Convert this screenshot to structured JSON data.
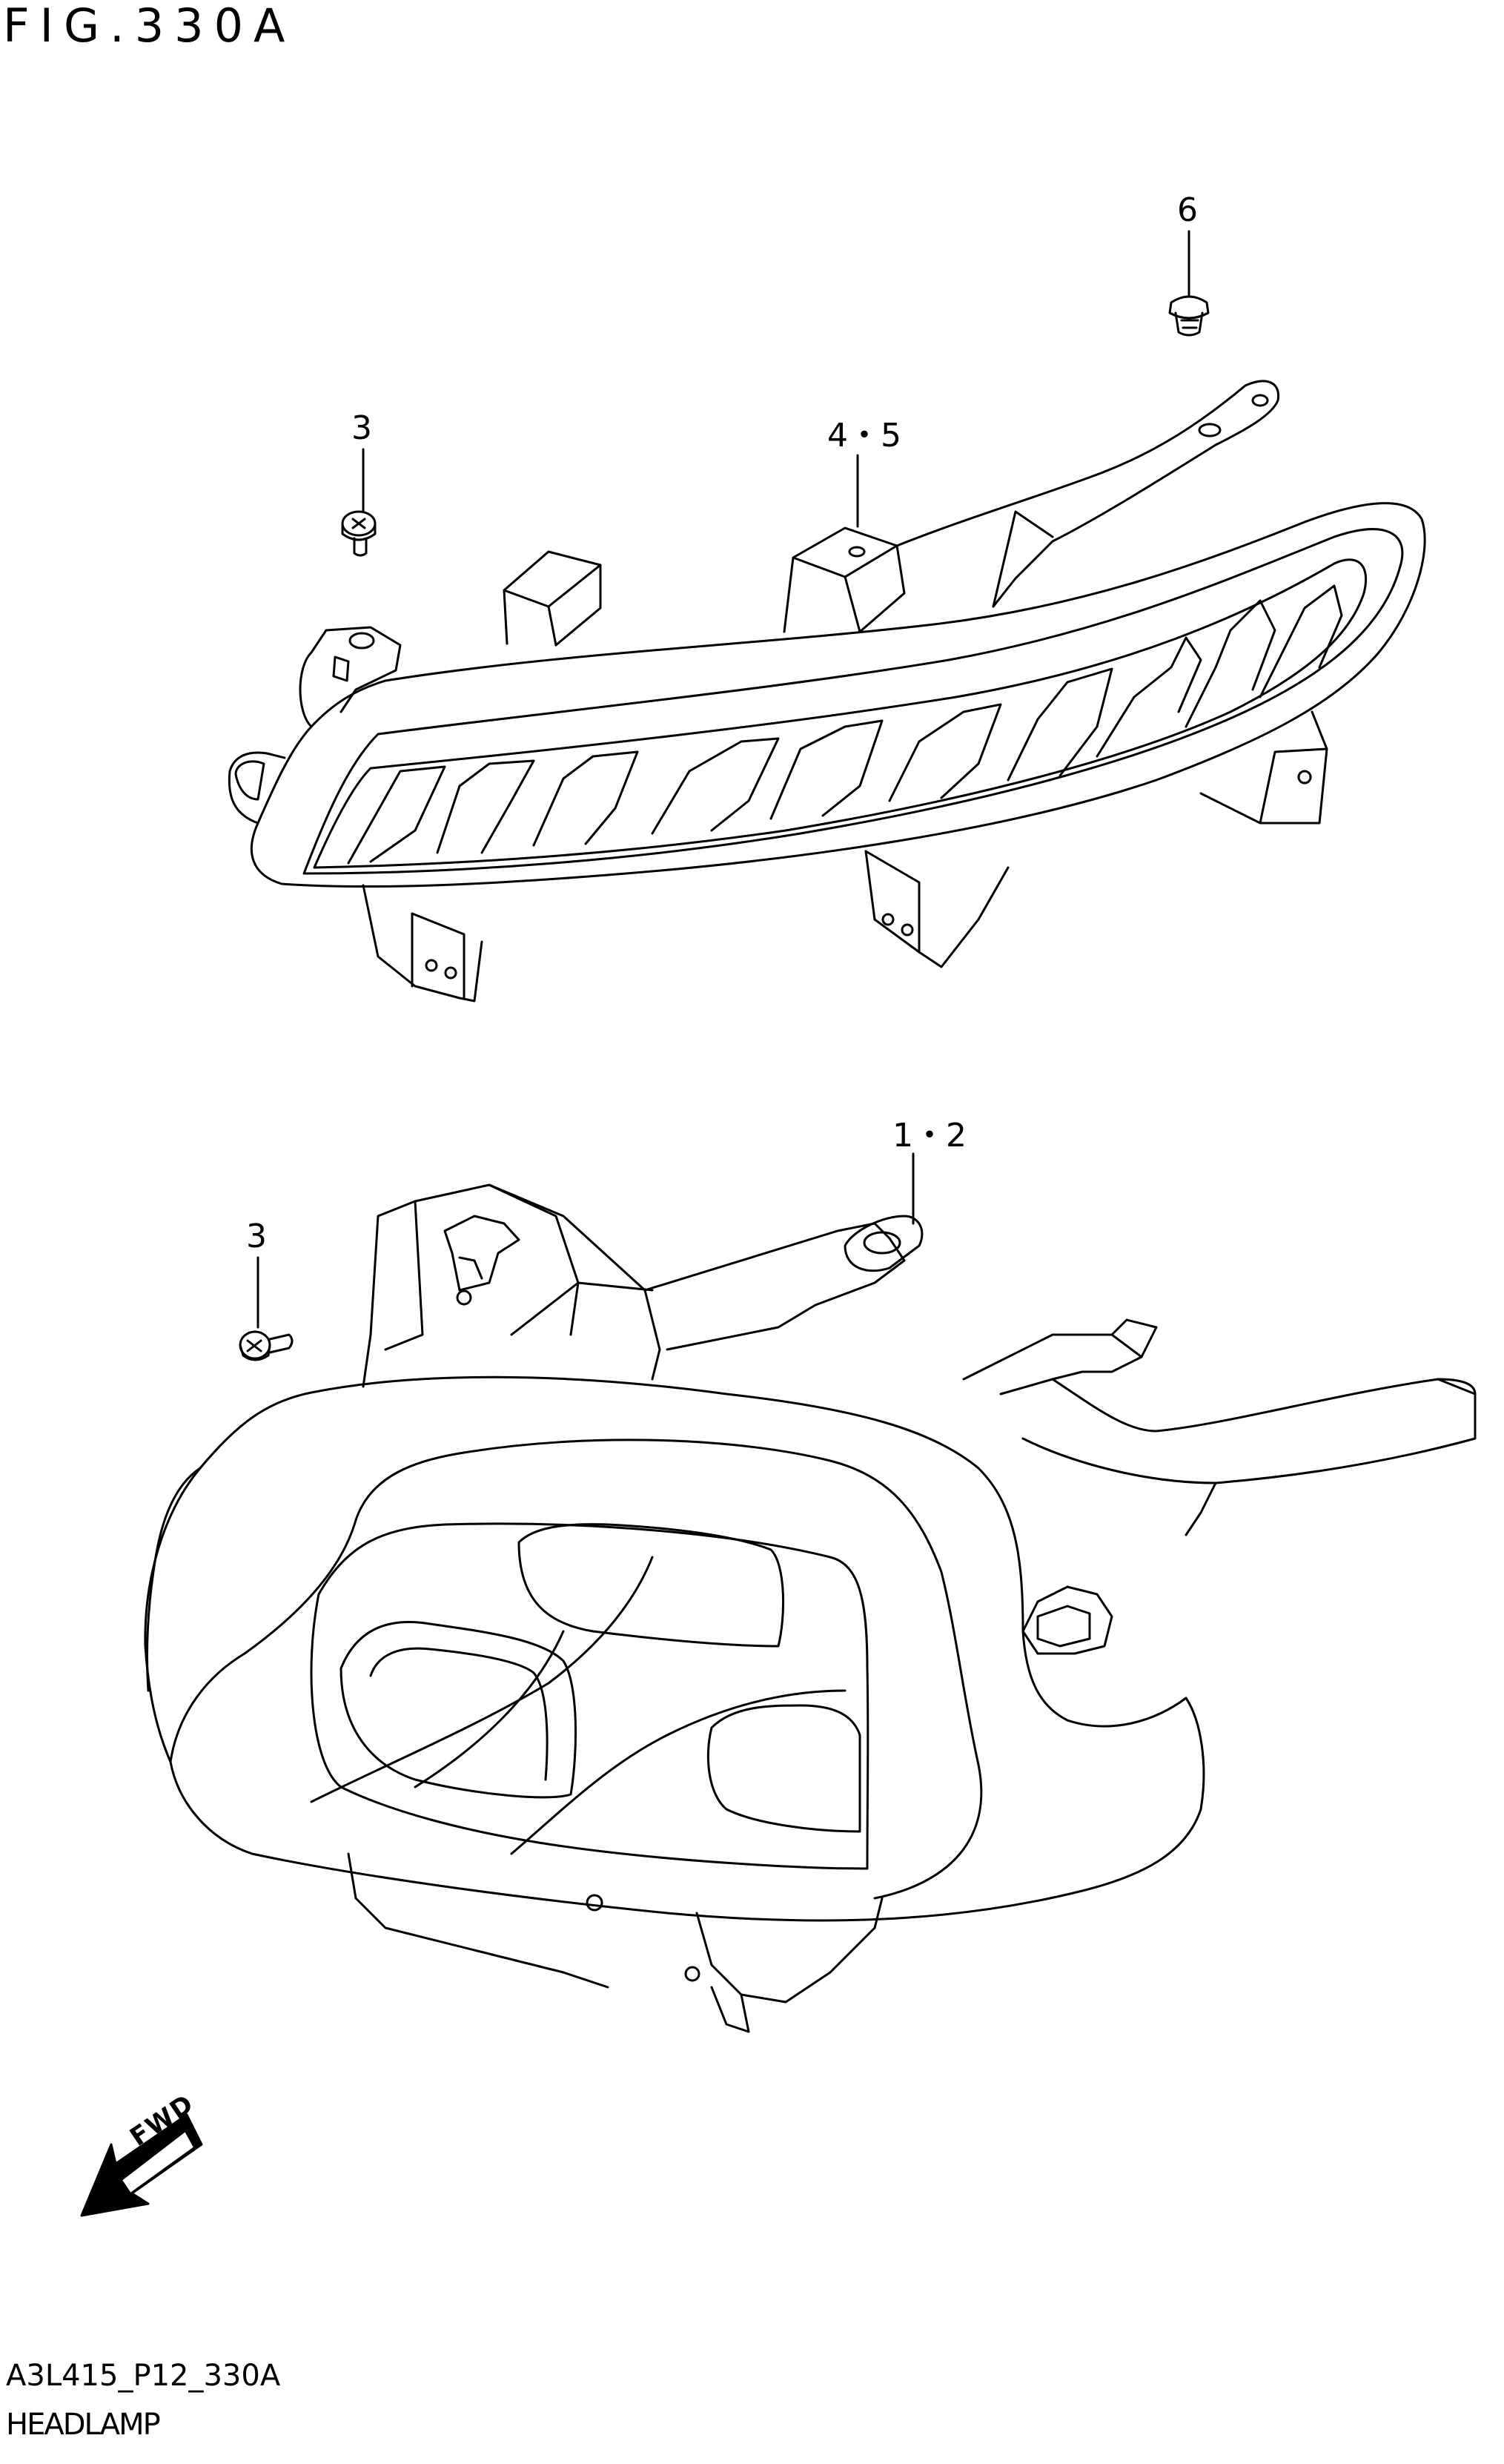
{
  "figure": {
    "title": "FIG.330A",
    "code": "A3L415_P12_330A",
    "name": "HEADLAMP"
  },
  "callouts": {
    "part_6": "6",
    "part_3_upper": "3",
    "part_4_5": "4・5",
    "part_1_2": "1・2",
    "part_3_lower": "3"
  },
  "direction_badge": {
    "label": "FWD"
  }
}
